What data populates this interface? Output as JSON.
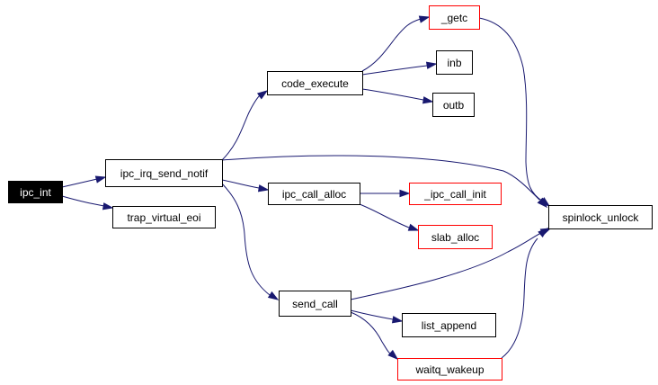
{
  "graph": {
    "type": "call-graph",
    "edge_color": "#191970",
    "nodes": [
      {
        "id": "ipc_int",
        "label": "ipc_int",
        "style": "root"
      },
      {
        "id": "ipc_irq_send_notif",
        "label": "ipc_irq_send_notif",
        "style": "normal"
      },
      {
        "id": "trap_virtual_eoi",
        "label": "trap_virtual_eoi",
        "style": "normal"
      },
      {
        "id": "code_execute",
        "label": "code_execute",
        "style": "normal"
      },
      {
        "id": "ipc_call_alloc",
        "label": "ipc_call_alloc",
        "style": "normal"
      },
      {
        "id": "send_call",
        "label": "send_call",
        "style": "normal"
      },
      {
        "id": "_getc",
        "label": "_getc",
        "style": "external"
      },
      {
        "id": "inb",
        "label": "inb",
        "style": "normal"
      },
      {
        "id": "outb",
        "label": "outb",
        "style": "normal"
      },
      {
        "id": "_ipc_call_init",
        "label": "_ipc_call_init",
        "style": "external"
      },
      {
        "id": "slab_alloc",
        "label": "slab_alloc",
        "style": "external"
      },
      {
        "id": "list_append",
        "label": "list_append",
        "style": "normal"
      },
      {
        "id": "waitq_wakeup",
        "label": "waitq_wakeup",
        "style": "external"
      },
      {
        "id": "spinlock_unlock",
        "label": "spinlock_unlock",
        "style": "normal"
      }
    ],
    "edges": [
      {
        "from": "ipc_int",
        "to": "ipc_irq_send_notif"
      },
      {
        "from": "ipc_int",
        "to": "trap_virtual_eoi"
      },
      {
        "from": "ipc_irq_send_notif",
        "to": "code_execute"
      },
      {
        "from": "ipc_irq_send_notif",
        "to": "spinlock_unlock"
      },
      {
        "from": "ipc_irq_send_notif",
        "to": "ipc_call_alloc"
      },
      {
        "from": "ipc_irq_send_notif",
        "to": "send_call"
      },
      {
        "from": "code_execute",
        "to": "_getc"
      },
      {
        "from": "code_execute",
        "to": "inb"
      },
      {
        "from": "code_execute",
        "to": "outb"
      },
      {
        "from": "_getc",
        "to": "spinlock_unlock"
      },
      {
        "from": "ipc_call_alloc",
        "to": "_ipc_call_init"
      },
      {
        "from": "ipc_call_alloc",
        "to": "slab_alloc"
      },
      {
        "from": "send_call",
        "to": "spinlock_unlock"
      },
      {
        "from": "send_call",
        "to": "list_append"
      },
      {
        "from": "send_call",
        "to": "waitq_wakeup"
      },
      {
        "from": "waitq_wakeup",
        "to": "spinlock_unlock"
      }
    ]
  }
}
